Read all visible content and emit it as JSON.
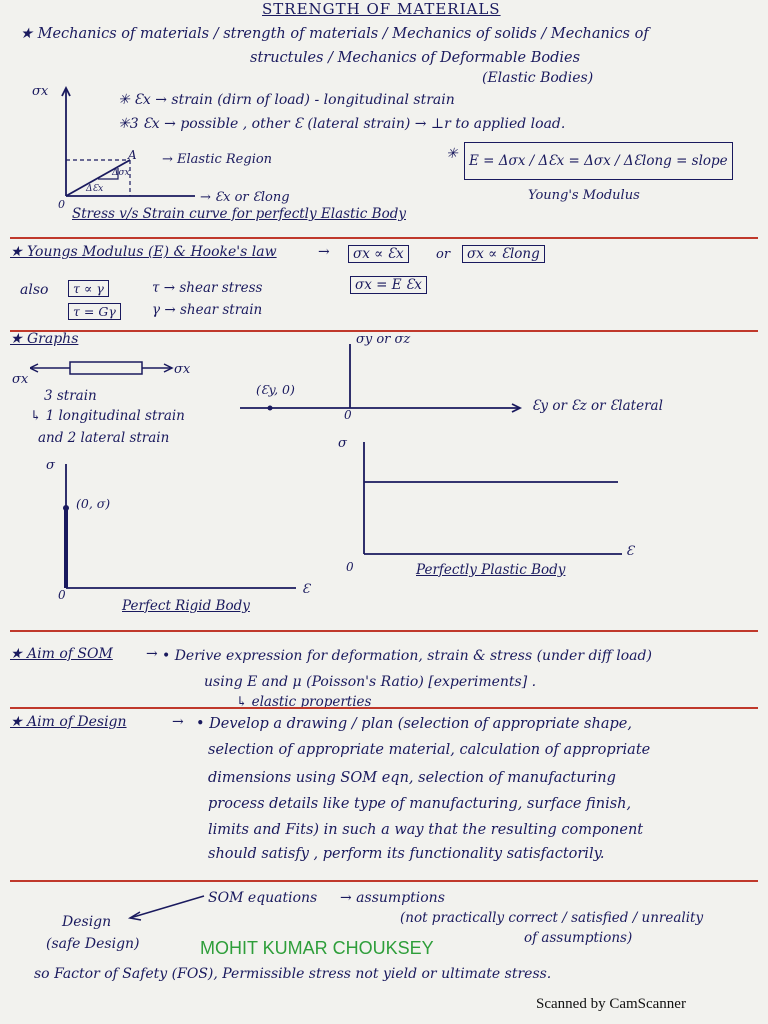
{
  "header": {
    "title": "STRENGTH OF MATERIALS",
    "line1": "★ Mechanics of materials / strength of materials / Mechanics of solids / Mechanics of",
    "line2": "structules / Mechanics of Deformable Bodies",
    "line3": "(Elastic Bodies)"
  },
  "section1": {
    "note1": "✳ Ɛx → strain (dirn of load) - longitudinal strain",
    "note2": "✳3 Ɛx → possible , other Ɛ (lateral strain) → ⊥r to applied load.",
    "graph_sigma": "σx",
    "graph_A": "A",
    "graph_dsigma": "Δσx",
    "graph_deps": "ΔƐx",
    "graph_origin": "0",
    "elastic_region": "→ Elastic Region",
    "xaxis": "→ Ɛx or Ɛlong",
    "youngs_formula_star": "✳",
    "youngs_formula": "E = Δσx / ΔƐx = Δσx / ΔƐlong = slope",
    "youngs_modulus": "Young's Modulus",
    "caption": "Stress v/s Strain curve for perfectly Elastic Body"
  },
  "section2": {
    "heading": "★ Youngs Modulus (E) & Hooke's law",
    "arrow": "→",
    "rel1": "σx ∝ Ɛx",
    "or": "or",
    "rel2": "σx ∝ Ɛlong",
    "rel3": "σx = E Ɛx",
    "also": "also",
    "shear1": "τ ∝ γ",
    "shear2": "τ = Gγ",
    "shear1_desc": "τ → shear stress",
    "shear2_desc": "γ → shear strain"
  },
  "section3": {
    "heading": "★ Graphs",
    "bar_left": "σx",
    "bar_right": "σx",
    "note1": "3 strain",
    "note2": "↳ 1 longitudinal strain",
    "note3": "and 2 lateral strain",
    "g1_yaxis": "σy or σz",
    "g1_point": "(Ɛy, 0)",
    "g1_origin": "0",
    "g1_xaxis": "Ɛy or Ɛz or Ɛlateral",
    "g2_sigma": "σ",
    "g2_point": "(0, σ)",
    "g2_origin": "0",
    "g2_eps": "Ɛ",
    "g2_caption": "Perfect Rigid Body",
    "g3_sigma": "σ",
    "g3_origin": "0",
    "g3_eps": "Ɛ",
    "g3_caption": "Perfectly Plastic Body"
  },
  "section4": {
    "heading": "★ Aim of SOM",
    "arrow": "→",
    "line1": "• Derive expression for deformation, strain & stress (under diff load)",
    "line2": "using E and μ (Poisson's Ratio) [experiments] .",
    "line3": "↳ elastic properties"
  },
  "section5": {
    "heading": "★ Aim of Design",
    "arrow": "→",
    "lines": [
      "• Develop a drawing / plan (selection of appropriate shape,",
      "selection of appropriate material, calculation of appropriate",
      "dimensions using SOM eqn, selection of manufacturing",
      "process details like type of manufacturing, surface finish,",
      "limits and Fits) in such a way that the resulting component",
      "should satisfy , perform its functionality satisfactorily."
    ]
  },
  "section6": {
    "som_equations": "SOM equations",
    "assumptions": "→ assumptions",
    "assump_note1": "(not practically correct / satisfied / unreality",
    "assump_note2": "of assumptions)",
    "design": "Design",
    "safe_design": "(safe Design)",
    "footer_line": "so Factor of Safety (FOS), Permissible stress not yield or ultimate stress.",
    "author": "MOHIT KUMAR CHOUKSEY",
    "scanned": "Scanned by CamScanner"
  },
  "colors": {
    "ink": "#1a1a5e",
    "rule": "#c0392b",
    "author": "#2e9e3a",
    "paper": "#f2f2ee"
  }
}
